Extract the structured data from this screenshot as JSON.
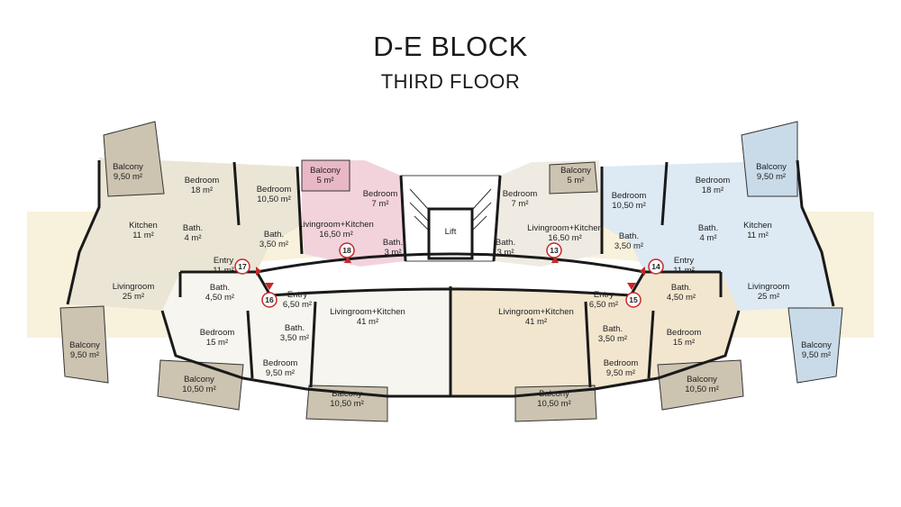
{
  "header": {
    "title": "D-E BLOCK",
    "subtitle": "THIRD FLOOR"
  },
  "core": {
    "lift": "Lift"
  },
  "apartments": [
    {
      "number": "17",
      "color": "#ebe5d6"
    },
    {
      "number": "18",
      "color": "#f2d3dc"
    },
    {
      "number": "16",
      "color": "#f6f5ef"
    },
    {
      "number": "13",
      "color": "#f0ebe2"
    },
    {
      "number": "14",
      "color": "#dde9f3"
    },
    {
      "number": "15",
      "color": "#f3e6cf"
    }
  ],
  "rooms": [
    {
      "name": "Balcony",
      "area": "9,50 m²"
    },
    {
      "name": "Bedroom",
      "area": "18 m²"
    },
    {
      "name": "Bedroom",
      "area": "10,50 m²"
    },
    {
      "name": "Kitchen",
      "area": "11 m²"
    },
    {
      "name": "Bath.",
      "area": "4 m²"
    },
    {
      "name": "Bath.",
      "area": "3,50 m²"
    },
    {
      "name": "Entry",
      "area": "11 m²"
    },
    {
      "name": "Livingroom",
      "area": "25 m²"
    },
    {
      "name": "Bath.",
      "area": "4,50 m²"
    },
    {
      "name": "Balcony",
      "area": "9,50 m²"
    },
    {
      "name": "Bedroom",
      "area": "15 m²"
    },
    {
      "name": "Balcony",
      "area": "10,50 m²"
    },
    {
      "name": "Entry",
      "area": "6,50 m²"
    },
    {
      "name": "Bath.",
      "area": "3,50 m²"
    },
    {
      "name": "Bedroom",
      "area": "9,50 m²"
    },
    {
      "name": "Livingroom+Kitchen",
      "area": "41 m²"
    },
    {
      "name": "Balcony",
      "area": "10,50 m²"
    },
    {
      "name": "Balcony",
      "area": "5 m²"
    },
    {
      "name": "Bedroom",
      "area": "7 m²"
    },
    {
      "name": "Livingroom+Kitchen",
      "area": "16,50 m²"
    },
    {
      "name": "Bath.",
      "area": "3 m²"
    },
    {
      "name": "Balcony",
      "area": "5 m²"
    },
    {
      "name": "Bedroom",
      "area": "7 m²"
    },
    {
      "name": "Livingroom+Kitchen",
      "area": "16,50 m²"
    },
    {
      "name": "Bath.",
      "area": "3 m²"
    },
    {
      "name": "Bath.",
      "area": "3,50 m²"
    },
    {
      "name": "Bedroom",
      "area": "10,50 m²"
    },
    {
      "name": "Bedroom",
      "area": "18 m²"
    },
    {
      "name": "Balcony",
      "area": "9,50 m²"
    },
    {
      "name": "Bath.",
      "area": "4 m²"
    },
    {
      "name": "Kitchen",
      "area": "11 m²"
    },
    {
      "name": "Entry",
      "area": "11 m²"
    },
    {
      "name": "Livingroom",
      "area": "25 m²"
    },
    {
      "name": "Bath.",
      "area": "4,50 m²"
    },
    {
      "name": "Balcony",
      "area": "9,50 m²"
    },
    {
      "name": "Entry",
      "area": "6,50 m²"
    },
    {
      "name": "Bedroom",
      "area": "15 m²"
    },
    {
      "name": "Bath.",
      "area": "3,50 m²"
    },
    {
      "name": "Bedroom",
      "area": "9,50 m²"
    },
    {
      "name": "Balcony",
      "area": "10,50 m²"
    },
    {
      "name": "Livingroom+Kitchen",
      "area": "41 m²"
    },
    {
      "name": "Balcony",
      "area": "10,50 m²"
    }
  ]
}
